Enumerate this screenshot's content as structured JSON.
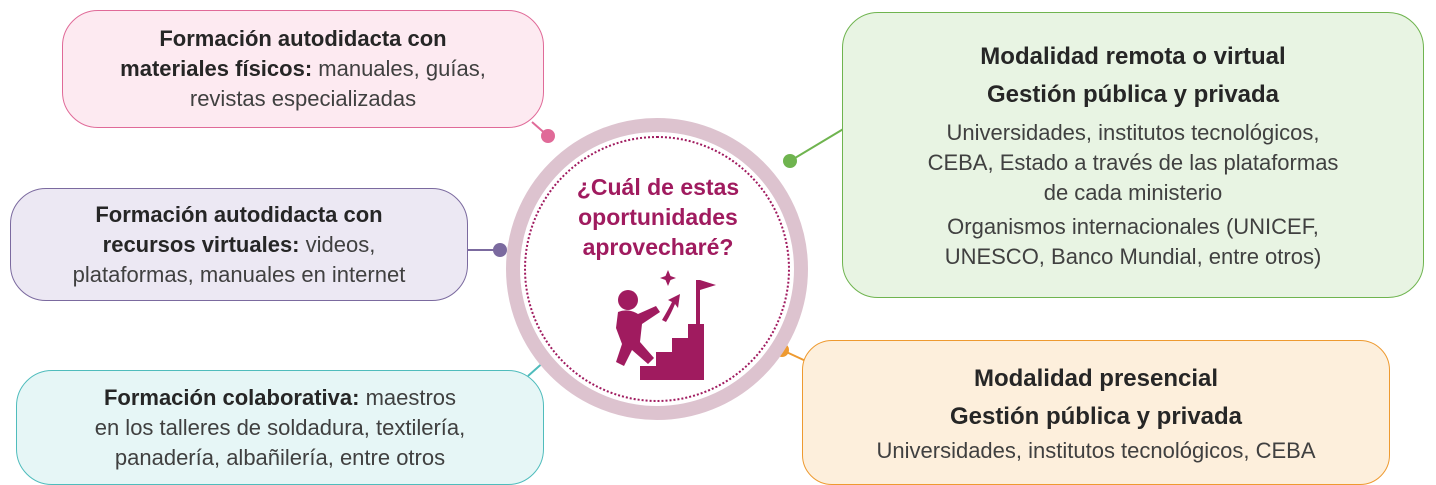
{
  "center": {
    "question_lines": [
      "¿Cuál de estas",
      "oportunidades",
      "aprovecharé?"
    ]
  },
  "boxes": {
    "top_left": {
      "lead": "Formación autodidacta con materiales físicos:",
      "lead_line1": "Formación autodidacta con",
      "lead_line2": "materiales físicos:",
      "rest_line2": " manuales, guías,",
      "rest_line3": "revistas especializadas"
    },
    "middle_left": {
      "lead_line1": "Formación autodidacta con",
      "lead_line2": "recursos virtuales:",
      "rest_line2": " videos,",
      "rest_line3": "plataformas, manuales en internet"
    },
    "bottom_left": {
      "lead_line1": "Formación colaborativa:",
      "rest_line1": " maestros",
      "rest_line2": "en los talleres de soldadura, textilería,",
      "rest_line3": "panadería, albañilería, entre otros"
    },
    "top_right": {
      "title": "Modalidad remota o virtual",
      "subtitle": "Gestión pública y privada",
      "text1_lines": [
        "Universidades, institutos tecnológicos,",
        "CEBA, Estado a través de las plataformas",
        "de cada ministerio"
      ],
      "text2_lines": [
        "Organismos internacionales (UNICEF,",
        "UNESCO, Banco Mundial, entre otros)"
      ]
    },
    "bottom_right": {
      "title": "Modalidad presencial",
      "subtitle": "Gestión pública y privada",
      "text": "Universidades, institutos tecnológicos, CEBA"
    }
  },
  "colors": {
    "pink": "#e06a98",
    "purple": "#7b6a9f",
    "teal": "#4fbcbc",
    "green": "#6fb44f",
    "orange": "#ee9a30",
    "accent": "#a01b5f",
    "ring": "#ddc3cf"
  },
  "icons": [
    "climbing-stairs-icon",
    "goal-flag-icon",
    "sparkle-icon"
  ]
}
